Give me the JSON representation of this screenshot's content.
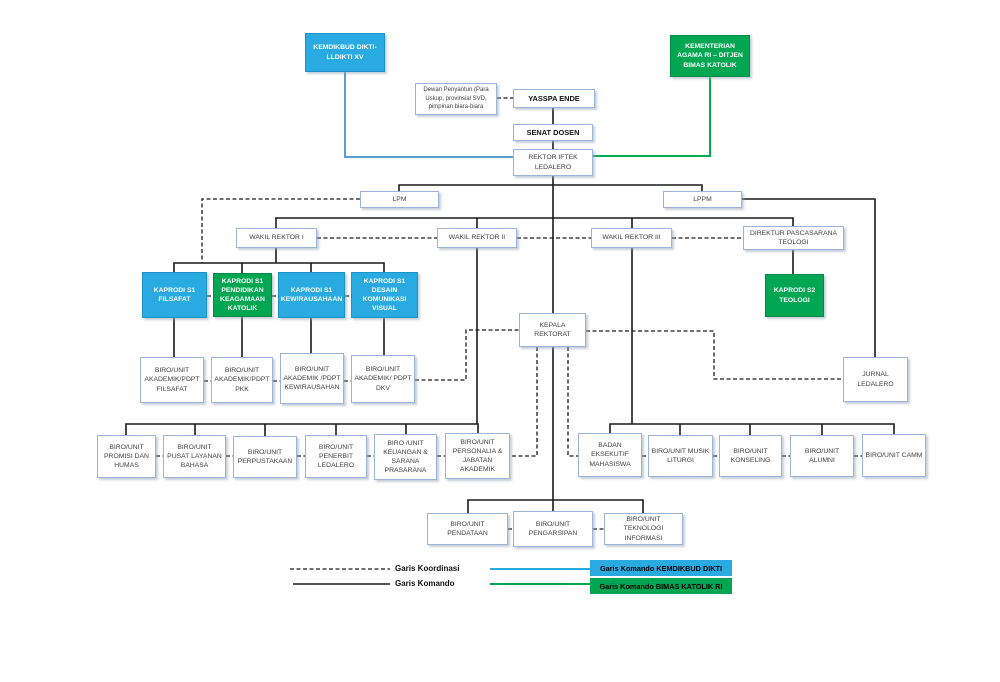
{
  "nodes": {
    "kemdikbud": "KEMDIKBUD DIKTI-LLDIKTI XV",
    "kemenag": "KEMENTERIAN AGAMA RI – DITJEN BIMAS KATOLIK",
    "dewan_penyantun": "Dewan Penyantun (Para Uskup, provinsial SVD, pimpinan biara-biara",
    "yasspa": "YASSPA ENDE",
    "senat_dosen": "SENAT DOSEN",
    "rektor": "REKTOR IFTEK LEDALERO",
    "lpm": "LPM",
    "lppm": "LPPM",
    "wakil_rektor_1": "WAKIL REKTOR I",
    "wakil_rektor_2": "WAKIL REKTOR II",
    "wakil_rektor_3": "WAKIL REKTOR III",
    "direktur_pascasarana": "DIREKTUR PASCASARANA TEOLOGI",
    "kaprodi_s1_filsafat": "KAPRODI S1 FILSAFAT",
    "kaprodi_s1_pkk": "KAPRODI S1 PENDIDIKAN KEAGAMAAN KATOLIK",
    "kaprodi_s1_kewirausahaan": "KAPRODI S1 KEWIRAUSAHAAN",
    "kaprodi_s1_dkv": "KAPRODI S1 DESAIN KOMUNIKASI VISUAL",
    "kaprodi_s2_teologi": "KAPRODI S2 TEOLOGI",
    "kepala_rektorat": "KEPALA REKTORAT",
    "biro_akademik_filsafat": "BIRO/UNIT AKADEMIK/PDPT FILSAFAT",
    "biro_akademik_pkk": "BIRO/UNIT AKADEMIK/PDPT PKK",
    "biro_akademik_kewirausahaan": "BIRO/UNIT AKADEMIK /PDPT KEWIRAUSAHAN",
    "biro_akademik_dkv": "BIRO/UNIT AKADEMIK/ PDPT DKV",
    "jurnal_ledalero": "JURNAL LEDALERO",
    "biro_promisi_humas": "BIRO/UNIT PROMISI DAN HUMAS",
    "biro_pusat_layanan_bahasa": "BIRO/UNIT PUSAT LAYANAN BAHASA",
    "biro_perpustakaan": "BIRO/UNIT PERPUSTAKAAN",
    "biro_penerbit_ledalero": "BIRO/UNIT PENERBIT LEDALERO",
    "biro_keuangan": "BIRO /UNIT KEUANGAN & SARANA PRASARANA",
    "biro_personalia": "BIRO/UNIT PERSONALIA & JABATAN AKADEMIK",
    "bem": "BADAN EKSEKUTIF MAHASISWA",
    "biro_musik_liturgi": "BIRO/UNIT MUSIK LITURGI",
    "biro_konseling": "BIRO/UNIT KONSELING",
    "biro_alumni": "BIRO/UNIT ALUMNI",
    "biro_camm": "BIRO/UNIT CAMM",
    "biro_pendataan": "BIRO/UNIT PENDATAAN",
    "biro_pengarsipan": "BIRO/UNIT PENGARSIPAN",
    "biro_teknologi_informasi": "BIRO/UNIT TEKNOLOGI INFORMASI"
  },
  "legend": {
    "garis_koordinasi": "Garis Koordinasi",
    "garis_komando": "Garis Komando",
    "garis_komando_kemdikbud": "Garis Komando KEMDIKBUD DIKTI",
    "garis_komando_bimas": "Garis Komando BIMAS KATOLIK RI"
  },
  "colors": {
    "node_blue": "#29ABE2",
    "node_green": "#00A651",
    "komando_kemdikbud_line": "#5B9BD5",
    "komando_bimas_line": "#00B050",
    "box_border": "#9AB5D9",
    "line_black": "#1A1A1A"
  }
}
